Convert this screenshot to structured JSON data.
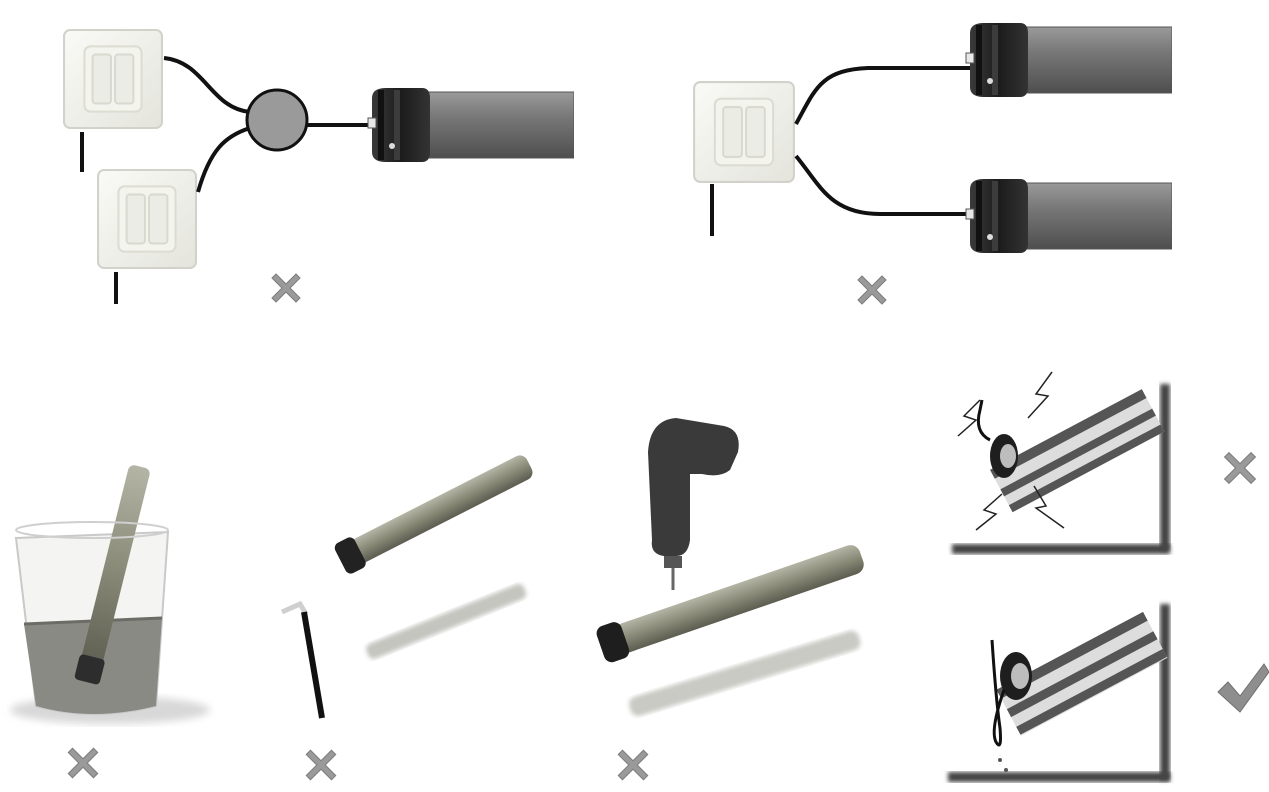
{
  "panels": [
    {
      "name": "two-switches-one-motor",
      "verdict": "wrong"
    },
    {
      "name": "one-switch-two-motors",
      "verdict": "wrong"
    },
    {
      "name": "motor-in-liquid",
      "verdict": "wrong"
    },
    {
      "name": "motor-hammered",
      "verdict": "wrong"
    },
    {
      "name": "motor-drilled",
      "verdict": "wrong"
    },
    {
      "name": "cable-without-drip-loop",
      "verdict": "wrong"
    },
    {
      "name": "cable-with-drip-loop",
      "verdict": "correct"
    }
  ],
  "colors": {
    "motor_tube": "#6f6f6f",
    "motor_head": "#2a2a2a",
    "switch_face": "#f1f1ec",
    "wire": "#111111",
    "wrong_mark": "#9a9a9a",
    "correct_mark": "#8e8e8e",
    "junction": "#9a9a9a",
    "liquid": "#8a8a85"
  }
}
